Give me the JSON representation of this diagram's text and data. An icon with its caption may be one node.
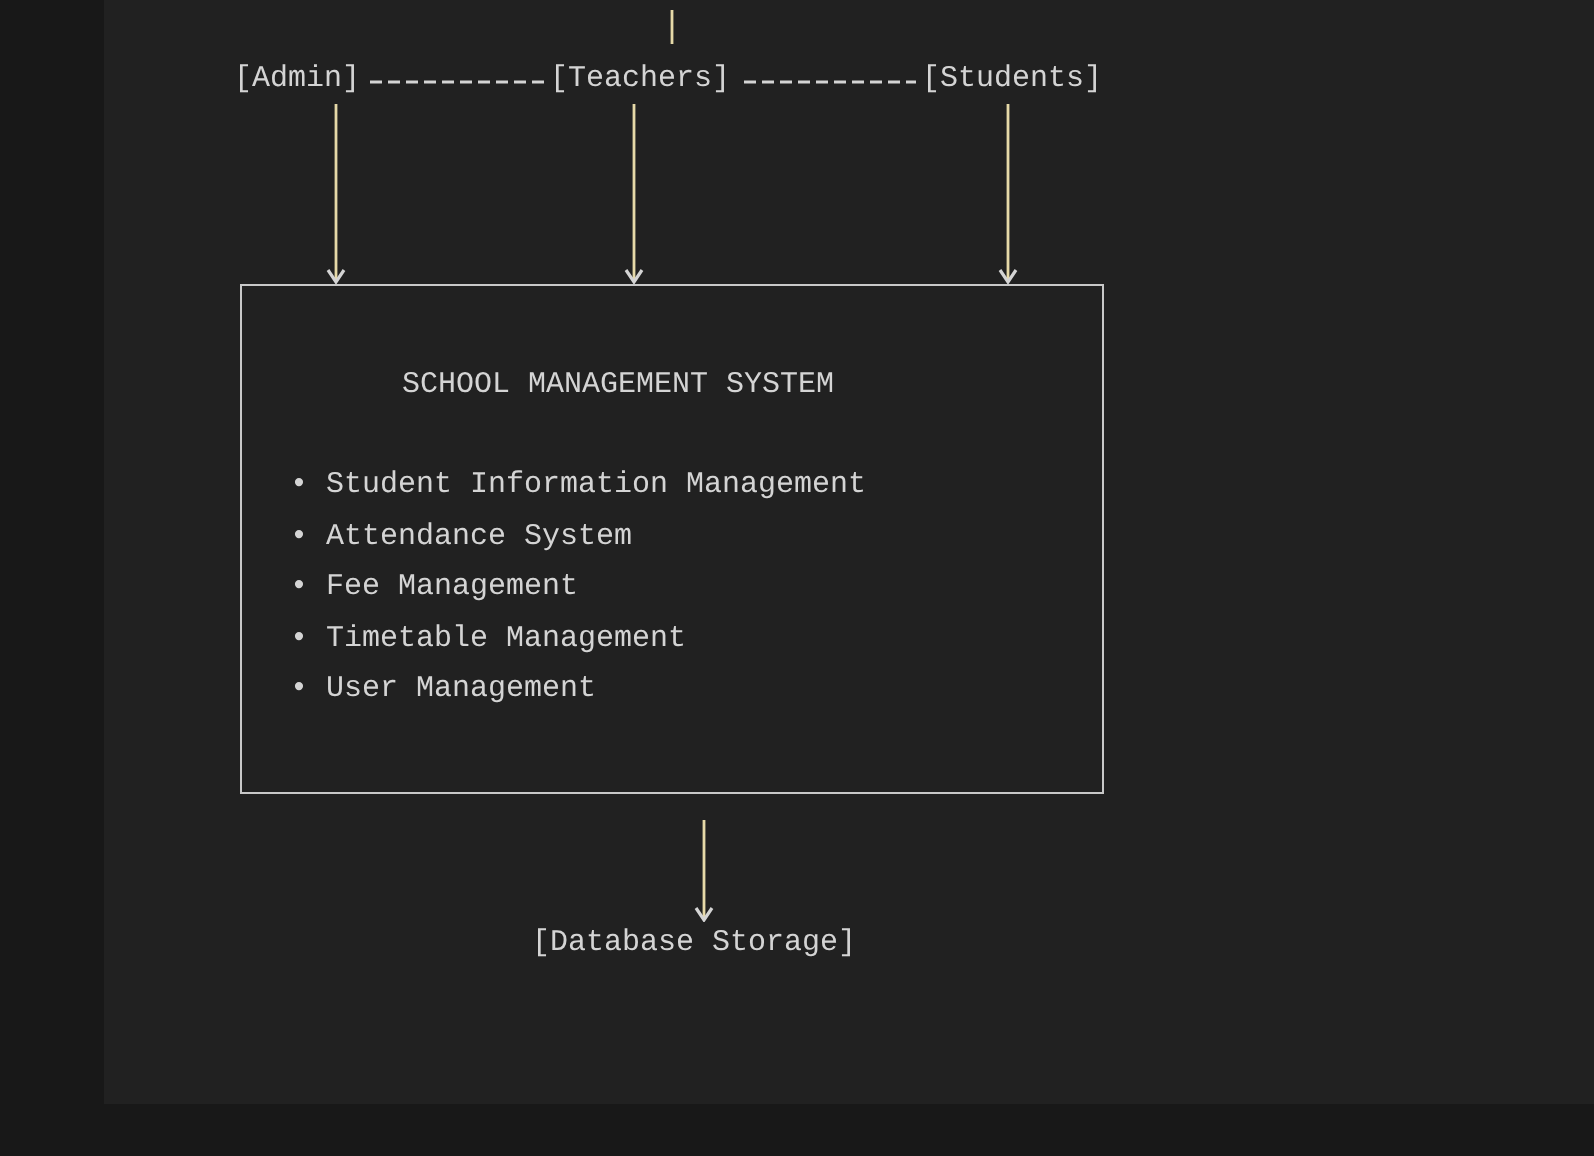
{
  "diagram": {
    "nodes": [
      {
        "text": [
          "[Admin]"
        ]
      },
      {
        "text": [
          "[Teachers]"
        ]
      },
      {
        "text": [
          "[Students]"
        ]
      },
      {
        "text": [
          "SCHOOL MANAGEMENT SYSTEM",
          "• Student Information Management",
          "• Attendance System",
          "• Fee Management",
          "• Timetable Management",
          "• User Management"
        ]
      },
      {
        "text": [
          "[Database Storage]"
        ]
      }
    ],
    "edges": [
      {
        "from": null,
        "to": 1,
        "arrow": "none"
      },
      {
        "from": 0,
        "to": 1,
        "arrow": "none",
        "style": "dashed"
      },
      {
        "from": 1,
        "to": 2,
        "arrow": "none",
        "style": "dashed"
      },
      {
        "from": 0,
        "to": 3,
        "arrow": "to"
      },
      {
        "from": 1,
        "to": 3,
        "arrow": "to"
      },
      {
        "from": 2,
        "to": 3,
        "arrow": "to"
      },
      {
        "from": 3,
        "to": 4,
        "arrow": "to"
      }
    ]
  }
}
